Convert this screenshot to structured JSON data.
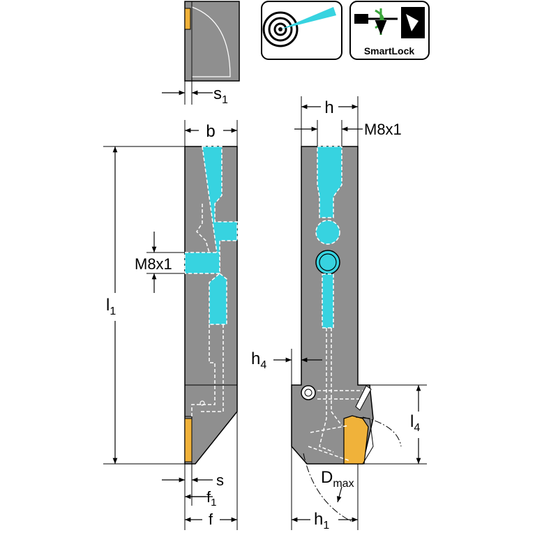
{
  "icons": {
    "coolant_label": "",
    "smartlock_label": "SmartLock"
  },
  "dimensions": {
    "s1": "s",
    "s1_sub": "1",
    "b": "b",
    "h": "h",
    "thread_top": "M8x1",
    "thread_side": "M8x1",
    "l1": "l",
    "l1_sub": "1",
    "h4": "h",
    "h4_sub": "4",
    "l4": "l",
    "l4_sub": "4",
    "dmax": "D",
    "dmax_sub": "max",
    "s": "s",
    "f1": "f",
    "f1_sub": "1",
    "f": "f",
    "h1": "h",
    "h1_sub": "1"
  },
  "colors": {
    "body": "#8f8f8f",
    "coolant": "#37d3e0",
    "insert": "#f0b23a",
    "icon_green": "#3aa63a"
  }
}
